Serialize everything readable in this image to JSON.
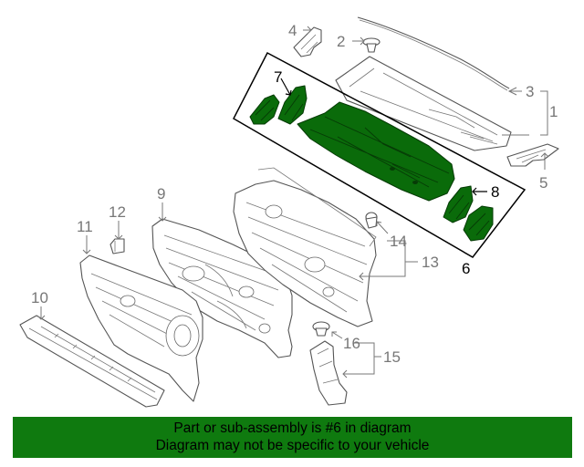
{
  "callouts": {
    "c1": "1",
    "c2": "2",
    "c3": "3",
    "c4": "4",
    "c5": "5",
    "c6": "6",
    "c7": "7",
    "c8": "8",
    "c9": "9",
    "c10": "10",
    "c11": "11",
    "c12": "12",
    "c13": "13",
    "c14": "14",
    "c15": "15",
    "c16": "16"
  },
  "banner": {
    "line1": "Part or sub-assembly is #6 in diagram",
    "line2": "Diagram may not be specific to your vehicle"
  },
  "colors": {
    "highlight_part": "#0a6b0a",
    "banner_background": "#0f7a0f",
    "line_art": "#555555",
    "callout_text": "#777777"
  }
}
